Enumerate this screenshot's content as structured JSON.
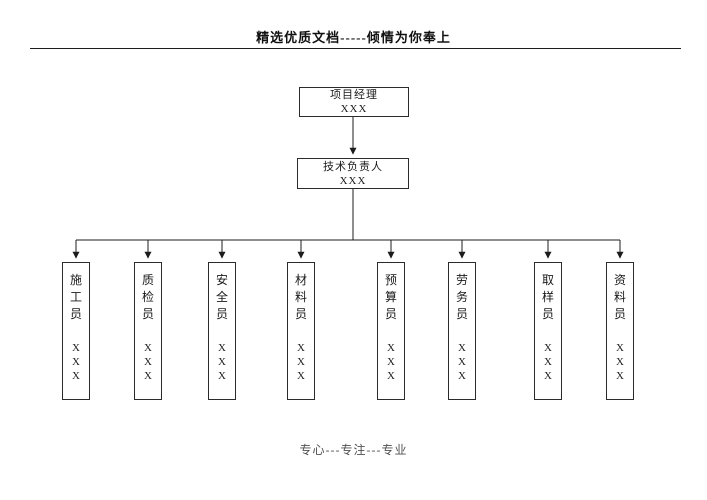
{
  "header": {
    "text": "精选优质文档-----倾情为你奉上"
  },
  "footer": {
    "text": "专心---专注---专业"
  },
  "org": {
    "root": {
      "title": "项目经理",
      "name": "XXX"
    },
    "deputy": {
      "title": "技术负责人",
      "name": "XXX"
    },
    "children": [
      {
        "title": "施工员",
        "name": "XXX"
      },
      {
        "title": "质检员",
        "name": "XXX"
      },
      {
        "title": "安全员",
        "name": "XXX"
      },
      {
        "title": "材料员",
        "name": "XXX"
      },
      {
        "title": "预算员",
        "name": "XXX"
      },
      {
        "title": "劳务员",
        "name": "XXX"
      },
      {
        "title": "取样员",
        "name": "XXX"
      },
      {
        "title": "资料员",
        "name": "XXX"
      }
    ]
  }
}
